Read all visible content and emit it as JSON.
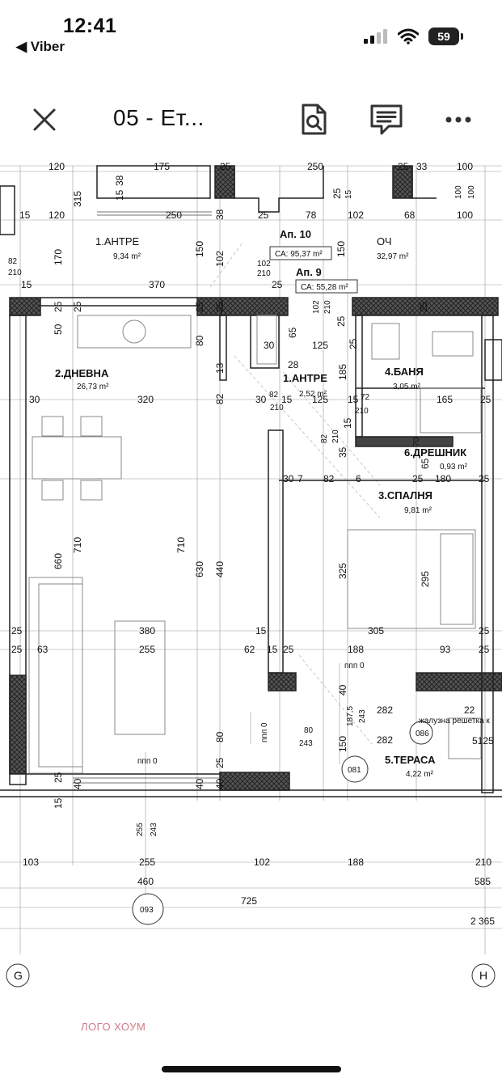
{
  "status_bar": {
    "time": "12:41",
    "back_app": "◀ Viber",
    "battery": "59"
  },
  "toolbar": {
    "title": "05 -  Ет...",
    "close_icon": "close-icon",
    "search_doc_icon": "document-search-icon",
    "comment_icon": "comment-icon",
    "more_icon": "more-icon"
  },
  "plan": {
    "rooms": {
      "antre_top": {
        "name": "1.АНТРЕ",
        "area": "9,34 m²"
      },
      "ap10": {
        "name": "Ап. 10",
        "area": "СА: 95,37 m²"
      },
      "ap9": {
        "name": "Ап. 9",
        "area": "СА: 55,28 m²"
      },
      "och": {
        "name": "ОЧ",
        "area": "32,97 m²"
      },
      "dnevna": {
        "name": "2.ДНЕВНА",
        "area": "26,73 m²"
      },
      "antre2": {
        "name": "1.АНТРЕ",
        "area": "2,52 m²"
      },
      "bania": {
        "name": "4.БАНЯ",
        "area": "3,05 m²"
      },
      "dreshnik": {
        "name": "6.ДРЕШНИК",
        "area": "0,93 m²"
      },
      "spalnia": {
        "name": "3.СПАЛНЯ",
        "area": "9,81 m²"
      },
      "terasa": {
        "name": "5.ТЕРАСА",
        "area": "4,22 m²"
      }
    },
    "grid_axes": {
      "left": "G",
      "right": "H"
    },
    "markers": {
      "m093": "093",
      "m081": "081",
      "m086": "086",
      "ppp0a": "ппп 0",
      "ppp0b": "ппп 0",
      "ppp0c": "ппп 0"
    },
    "note": "жалузна решетка к",
    "dims": {
      "d120a": "120",
      "d175": "175",
      "d25a": "25",
      "d250a": "250",
      "d25b": "25",
      "d33": "33",
      "d100a": "100",
      "d315": "315",
      "d38a": "38",
      "d15a": "15",
      "d25c": "25",
      "d15b": "15",
      "d100b": "100",
      "d100c": "100",
      "d15c": "15",
      "d120b": "120",
      "d250b": "250",
      "d38b": "38",
      "d25d": "25",
      "d78": "78",
      "d102a": "102",
      "d68": "68",
      "d100d": "100",
      "d170": "170",
      "d150a": "150",
      "d102b": "102",
      "d102c": "102",
      "d210a": "210",
      "d150b": "150",
      "d82a": "82",
      "d210b": "210",
      "d15d": "15",
      "d370": "370",
      "d25e": "25",
      "d25f": "25",
      "d25g": "25",
      "d25h": "25",
      "d25i": "25",
      "d102d": "102",
      "d210c": "210",
      "d25j": "25",
      "d25k": "25",
      "d50": "50",
      "d80a": "80",
      "d65a": "65",
      "d25l": "25",
      "d30a": "30",
      "d125a": "125",
      "d28": "28",
      "d13": "13",
      "d185a": "185",
      "d30b": "30",
      "d320": "320",
      "d82b": "82",
      "d30c": "30",
      "d82c": "82",
      "d15e": "15",
      "d125b": "125",
      "d15f": "15",
      "d72": "72",
      "d165": "165",
      "d25m": "25",
      "d210d": "210",
      "d210e": "210",
      "d82d": "82",
      "d210f": "210",
      "d15g": "15",
      "d35": "35",
      "d70": "70",
      "d65b": "65",
      "d30d": "30",
      "d7": "7",
      "d82e": "82",
      "d6": "6",
      "d180": "180",
      "d25n": "25",
      "d25o": "25",
      "d710a": "710",
      "d710b": "710",
      "d660": "660",
      "d630": "630",
      "d440": "440",
      "d325": "325",
      "d295": "295",
      "d25p": "25",
      "d380": "380",
      "d15h": "15",
      "d305": "305",
      "d25q": "25",
      "d25r": "25",
      "d63": "63",
      "d255a": "255",
      "d62": "62",
      "d15i": "15",
      "d25s": "25",
      "d188a": "188",
      "d93": "93",
      "d25t": "25",
      "d40a": "40",
      "d187": "187,5",
      "d243a": "243",
      "d282a": "282",
      "d22": "22",
      "d80b": "80",
      "d243b": "243",
      "d282b": "282",
      "d150c": "150",
      "d5125": "5125",
      "d80c": "80",
      "d25u": "25",
      "d40b": "40",
      "d40c": "40",
      "d40d": "40",
      "d25v": "25",
      "d15j": "15",
      "d255b": "255",
      "d243c": "243",
      "d103": "103",
      "d255c": "255",
      "d102e": "102",
      "d188b": "188",
      "d210g": "210",
      "d460": "460",
      "d585": "585",
      "d725": "725",
      "d2365": "2 365"
    }
  },
  "watermark": "ЛОГО ХОУМ"
}
